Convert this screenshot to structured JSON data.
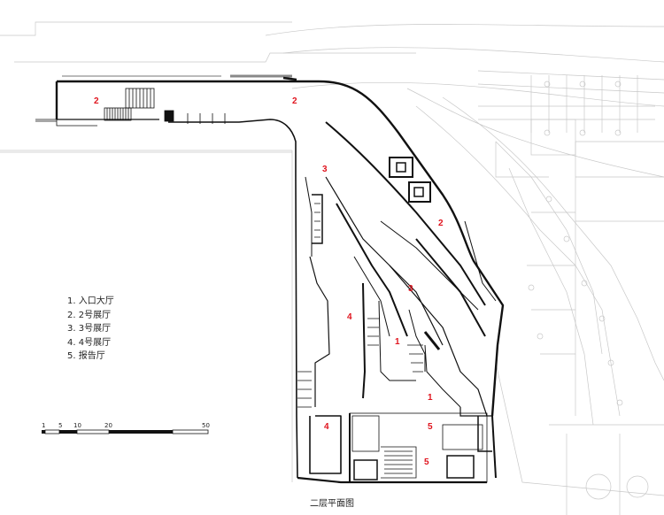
{
  "plan": {
    "caption": "二层平面图",
    "room_labels": [
      "2",
      "2",
      "2",
      "3",
      "3",
      "4",
      "4",
      "1",
      "1",
      "5",
      "5"
    ],
    "legend": [
      "1. 入口大厅",
      "2. 2号展厅",
      "3. 3号展厅",
      "4. 4号展厅",
      "5. 报告厅"
    ],
    "scale_bar": {
      "ticks": [
        "1",
        "5",
        "10",
        "20",
        "50"
      ]
    },
    "colors": {
      "label": "#e0141e",
      "wall": "#111111",
      "context": "#bfbfbf"
    }
  }
}
